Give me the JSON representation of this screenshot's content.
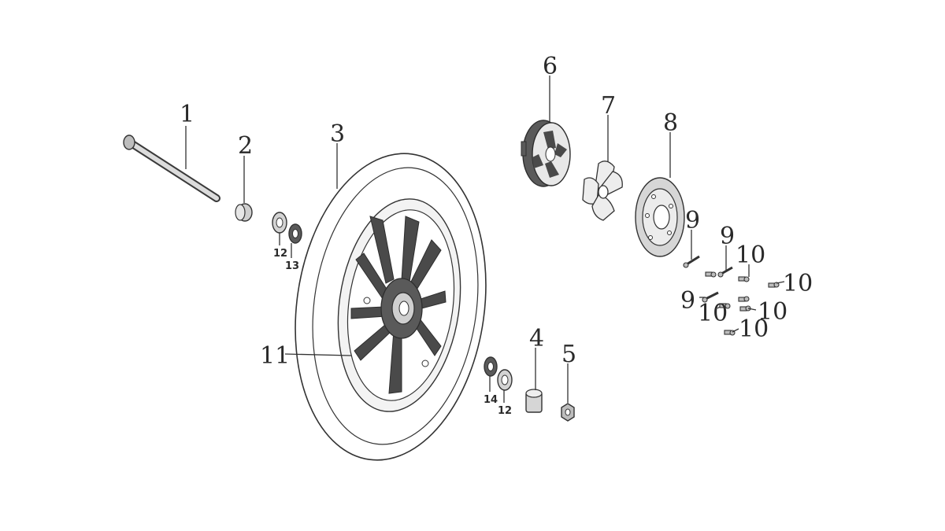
{
  "diagram": {
    "type": "exploded-parts-diagram",
    "callouts": [
      {
        "id": "1",
        "label": "1"
      },
      {
        "id": "2",
        "label": "2"
      },
      {
        "id": "3",
        "label": "3"
      },
      {
        "id": "4",
        "label": "4"
      },
      {
        "id": "5",
        "label": "5"
      },
      {
        "id": "6",
        "label": "6"
      },
      {
        "id": "7",
        "label": "7"
      },
      {
        "id": "8",
        "label": "8"
      },
      {
        "id": "9a",
        "label": "9"
      },
      {
        "id": "9b",
        "label": "9"
      },
      {
        "id": "9c",
        "label": "9"
      },
      {
        "id": "10a",
        "label": "10"
      },
      {
        "id": "10b",
        "label": "10"
      },
      {
        "id": "10c",
        "label": "10"
      },
      {
        "id": "10d",
        "label": "10"
      },
      {
        "id": "10e",
        "label": "10"
      },
      {
        "id": "11",
        "label": "11"
      },
      {
        "id": "12a",
        "label": "12"
      },
      {
        "id": "12b",
        "label": "12"
      },
      {
        "id": "13",
        "label": "13"
      },
      {
        "id": "14",
        "label": "14"
      }
    ],
    "colors": {
      "line": "#333333",
      "part_fill": "#d9d9d9",
      "dark": "#4a4a4a",
      "background": "#ffffff"
    }
  }
}
